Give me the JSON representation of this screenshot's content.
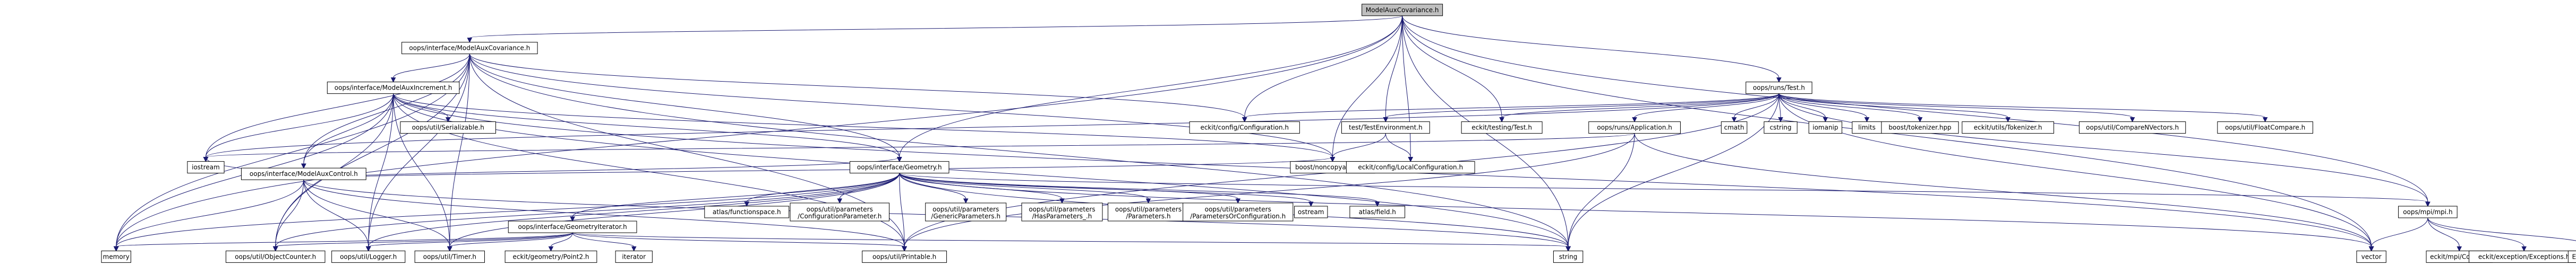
{
  "nodes": [
    {
      "id": "n0",
      "lines": [
        "ModelAuxCovariance.h"
      ],
      "root": true
    },
    {
      "id": "n1",
      "lines": [
        "oops/interface/ModelAuxCovariance.h"
      ]
    },
    {
      "id": "n2",
      "lines": [
        "oops/runs/Test.h"
      ]
    },
    {
      "id": "n3",
      "lines": [
        "oops/interface/ModelAuxIncrement.h"
      ]
    },
    {
      "id": "n4",
      "lines": [
        "oops/interface/ModelAuxControl.h"
      ]
    },
    {
      "id": "n5",
      "lines": [
        "oops/util/Serializable.h"
      ]
    },
    {
      "id": "n6",
      "lines": [
        "eckit/config/Configuration.h"
      ]
    },
    {
      "id": "n7",
      "lines": [
        "test/TestEnvironment.h"
      ]
    },
    {
      "id": "n8",
      "lines": [
        "eckit/testing/Test.h"
      ]
    },
    {
      "id": "n9",
      "lines": [
        "oops/runs/Application.h"
      ]
    },
    {
      "id": "n10",
      "lines": [
        "cmath"
      ]
    },
    {
      "id": "n11",
      "lines": [
        "cstring"
      ]
    },
    {
      "id": "n12",
      "lines": [
        "iomanip"
      ]
    },
    {
      "id": "n13",
      "lines": [
        "limits"
      ]
    },
    {
      "id": "n14",
      "lines": [
        "boost/tokenizer.hpp"
      ]
    },
    {
      "id": "n15",
      "lines": [
        "eckit/utils/Tokenizer.h"
      ]
    },
    {
      "id": "n16",
      "lines": [
        "oops/util/CompareNVectors.h"
      ]
    },
    {
      "id": "n17",
      "lines": [
        "oops/util/FloatCompare.h"
      ]
    },
    {
      "id": "n18",
      "lines": [
        "iostream"
      ]
    },
    {
      "id": "n19",
      "lines": [
        "oops/interface/Geometry.h"
      ]
    },
    {
      "id": "n20",
      "lines": [
        "boost/noncopyable.hpp"
      ]
    },
    {
      "id": "n21",
      "lines": [
        "eckit/config/LocalConfiguration.h"
      ]
    },
    {
      "id": "n22",
      "lines": [
        "oops/interface/GeometryIterator.h"
      ]
    },
    {
      "id": "n23",
      "lines": [
        "atlas/functionspace.h"
      ]
    },
    {
      "id": "n24",
      "lines": [
        "oops/util/parameters",
        "/ConfigurationParameter.h"
      ]
    },
    {
      "id": "n25",
      "lines": [
        "oops/util/parameters",
        "/GenericParameters.h"
      ]
    },
    {
      "id": "n26",
      "lines": [
        "oops/util/parameters",
        "/HasParameters_.h"
      ]
    },
    {
      "id": "n27",
      "lines": [
        "oops/util/parameters",
        "/Parameters.h"
      ]
    },
    {
      "id": "n28",
      "lines": [
        "oops/util/parameters",
        "/ParametersOrConfiguration.h"
      ]
    },
    {
      "id": "n29",
      "lines": [
        "ostream"
      ]
    },
    {
      "id": "n30",
      "lines": [
        "atlas/field.h"
      ]
    },
    {
      "id": "n31",
      "lines": [
        "oops/mpi/mpi.h"
      ]
    },
    {
      "id": "n32",
      "lines": [
        "memory"
      ]
    },
    {
      "id": "n33",
      "lines": [
        "oops/util/ObjectCounter.h"
      ]
    },
    {
      "id": "n34",
      "lines": [
        "oops/util/Logger.h"
      ]
    },
    {
      "id": "n35",
      "lines": [
        "oops/util/Timer.h"
      ]
    },
    {
      "id": "n36",
      "lines": [
        "eckit/geometry/Point2.h"
      ]
    },
    {
      "id": "n37",
      "lines": [
        "iterator"
      ]
    },
    {
      "id": "n38",
      "lines": [
        "oops/util/Printable.h"
      ]
    },
    {
      "id": "n39",
      "lines": [
        "string"
      ]
    },
    {
      "id": "n40",
      "lines": [
        "vector"
      ]
    },
    {
      "id": "n41",
      "lines": [
        "eckit/mpi/Comm.h"
      ]
    },
    {
      "id": "n42",
      "lines": [
        "eckit/exception/Exceptions.h"
      ]
    },
    {
      "id": "n43",
      "lines": [
        "Eigen/Dense"
      ]
    }
  ],
  "edges": [
    [
      "n0",
      "n1"
    ],
    [
      "n0",
      "n2"
    ],
    [
      "n0",
      "n19"
    ],
    [
      "n0",
      "n6"
    ],
    [
      "n0",
      "n8"
    ],
    [
      "n0",
      "n7"
    ],
    [
      "n0",
      "n20"
    ],
    [
      "n0",
      "n21"
    ],
    [
      "n0",
      "n31"
    ],
    [
      "n0",
      "n32"
    ],
    [
      "n0",
      "n39"
    ],
    [
      "n0",
      "n40"
    ],
    [
      "n1",
      "n3"
    ],
    [
      "n1",
      "n4"
    ],
    [
      "n1",
      "n19"
    ],
    [
      "n1",
      "n6"
    ],
    [
      "n1",
      "n18"
    ],
    [
      "n1",
      "n20"
    ],
    [
      "n1",
      "n32"
    ],
    [
      "n1",
      "n33"
    ],
    [
      "n1",
      "n34"
    ],
    [
      "n1",
      "n35"
    ],
    [
      "n1",
      "n38"
    ],
    [
      "n1",
      "n39"
    ],
    [
      "n3",
      "n4"
    ],
    [
      "n3",
      "n5"
    ],
    [
      "n3",
      "n19"
    ],
    [
      "n3",
      "n18"
    ],
    [
      "n3",
      "n20"
    ],
    [
      "n3",
      "n32"
    ],
    [
      "n3",
      "n33"
    ],
    [
      "n3",
      "n34"
    ],
    [
      "n3",
      "n35"
    ],
    [
      "n3",
      "n38"
    ],
    [
      "n3",
      "n39"
    ],
    [
      "n3",
      "n40"
    ],
    [
      "n4",
      "n19"
    ],
    [
      "n4",
      "n18"
    ],
    [
      "n4",
      "n20"
    ],
    [
      "n4",
      "n32"
    ],
    [
      "n4",
      "n33"
    ],
    [
      "n4",
      "n34"
    ],
    [
      "n4",
      "n35"
    ],
    [
      "n4",
      "n38"
    ],
    [
      "n4",
      "n39"
    ],
    [
      "n2",
      "n6"
    ],
    [
      "n2",
      "n7"
    ],
    [
      "n2",
      "n8"
    ],
    [
      "n2",
      "n9"
    ],
    [
      "n2",
      "n10"
    ],
    [
      "n2",
      "n11"
    ],
    [
      "n2",
      "n12"
    ],
    [
      "n2",
      "n13"
    ],
    [
      "n2",
      "n14"
    ],
    [
      "n2",
      "n15"
    ],
    [
      "n2",
      "n16"
    ],
    [
      "n2",
      "n17"
    ],
    [
      "n2",
      "n18"
    ],
    [
      "n2",
      "n31"
    ],
    [
      "n2",
      "n38"
    ],
    [
      "n2",
      "n39"
    ],
    [
      "n2",
      "n40"
    ],
    [
      "n7",
      "n20"
    ],
    [
      "n7",
      "n21"
    ],
    [
      "n9",
      "n18"
    ],
    [
      "n9",
      "n38"
    ],
    [
      "n9",
      "n39"
    ],
    [
      "n9",
      "n40"
    ],
    [
      "n19",
      "n22"
    ],
    [
      "n19",
      "n23"
    ],
    [
      "n19",
      "n24"
    ],
    [
      "n19",
      "n25"
    ],
    [
      "n19",
      "n26"
    ],
    [
      "n19",
      "n27"
    ],
    [
      "n19",
      "n28"
    ],
    [
      "n19",
      "n29"
    ],
    [
      "n19",
      "n30"
    ],
    [
      "n19",
      "n31"
    ],
    [
      "n19",
      "n32"
    ],
    [
      "n19",
      "n33"
    ],
    [
      "n19",
      "n34"
    ],
    [
      "n19",
      "n35"
    ],
    [
      "n19",
      "n38"
    ],
    [
      "n19",
      "n39"
    ],
    [
      "n19",
      "n40"
    ],
    [
      "n22",
      "n36"
    ],
    [
      "n22",
      "n37"
    ],
    [
      "n22",
      "n32"
    ],
    [
      "n22",
      "n33"
    ],
    [
      "n22",
      "n34"
    ],
    [
      "n22",
      "n35"
    ],
    [
      "n22",
      "n38"
    ],
    [
      "n22",
      "n39"
    ],
    [
      "n31",
      "n40"
    ],
    [
      "n31",
      "n41"
    ],
    [
      "n31",
      "n42"
    ],
    [
      "n31",
      "n43"
    ]
  ],
  "colors": {
    "edge": "#191970",
    "node_fill": "#ffffff",
    "root_fill": "#bfbfbf",
    "border": "#000000"
  }
}
